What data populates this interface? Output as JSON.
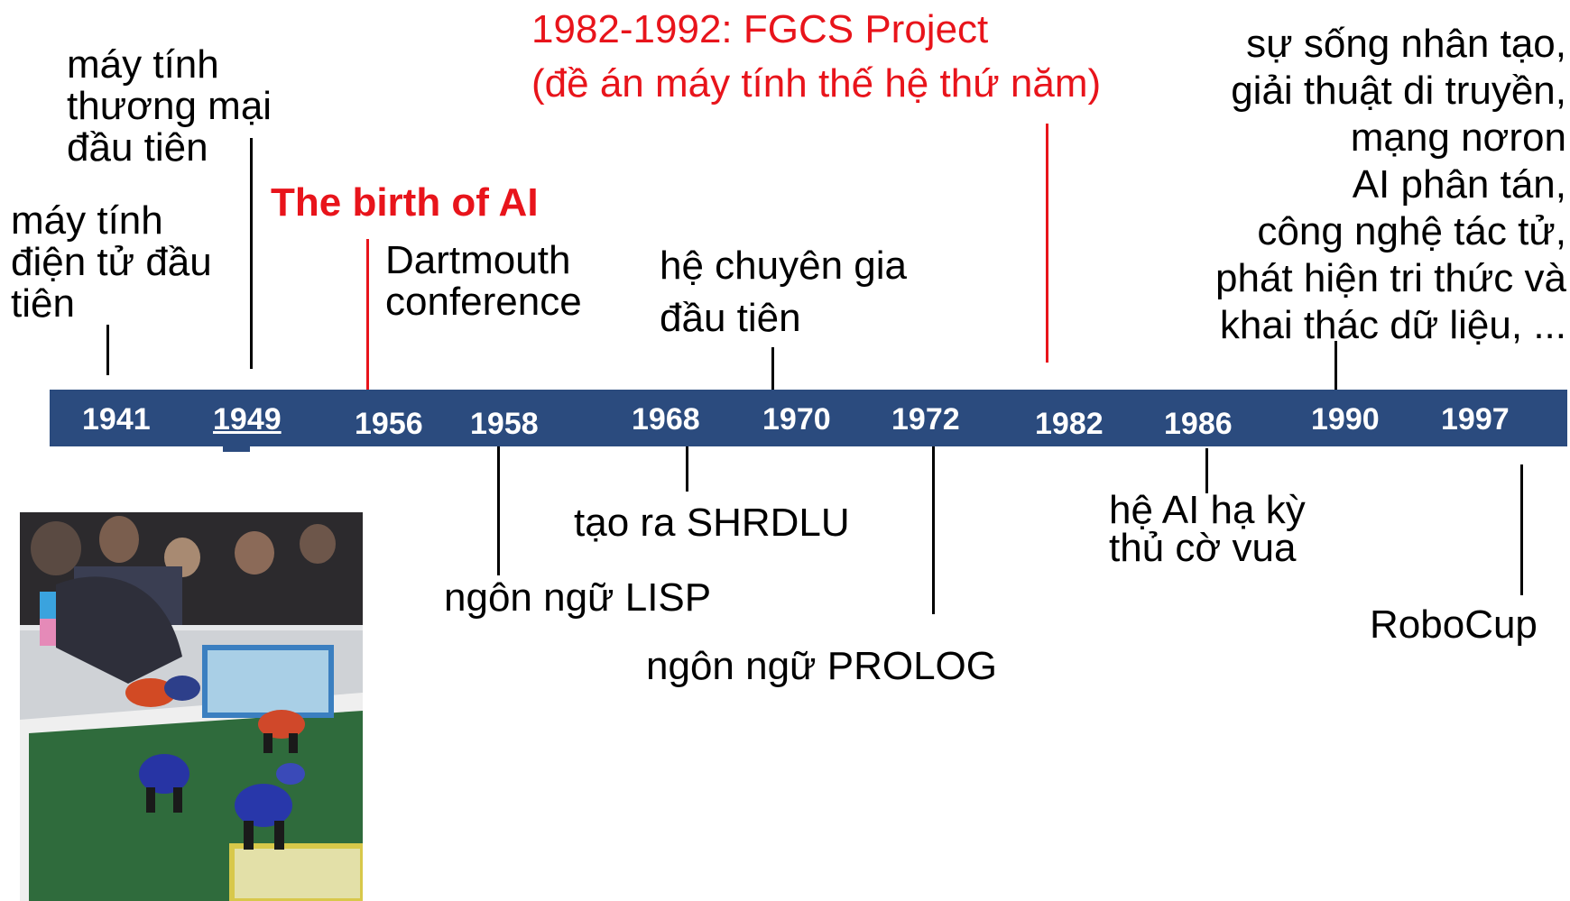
{
  "timeline": {
    "bar_color": "#2b4b7e",
    "accent_red": "#e8141b",
    "years": [
      "1941",
      "1949",
      "1956",
      "1958",
      "1968",
      "1970",
      "1972",
      "1982",
      "1986",
      "1990",
      "1997"
    ]
  },
  "events_above": {
    "y1941": "máy tính\nđiện tử đầu\ntiên",
    "y1949": "máy tính\nthương mại\nđầu tiên",
    "birth_of_ai": "The birth of AI",
    "dartmouth": "Dartmouth\nconference",
    "expert_system": "hệ chuyên gia\nđầu tiên",
    "fgcs_line1": "1982-1992: FGCS Project",
    "fgcs_line2": "(đề án máy tính thế hệ thứ năm)",
    "y1990": "sự sống nhân tạo,\ngiải thuật di truyền,\nmạng nơron\nAI phân tán,\ncông nghệ tác tử,\nphát hiện tri thức và\nkhai thác dữ liệu, ..."
  },
  "events_below": {
    "lisp": "ngôn ngữ LISP",
    "shrdlu": "tạo ra SHRDLU",
    "prolog": "ngôn ngữ PROLOG",
    "chess": "hệ AI hạ kỳ\nthủ cờ vua",
    "robocup": "RoboCup"
  },
  "photo": {
    "icon": "robocup-photo"
  }
}
